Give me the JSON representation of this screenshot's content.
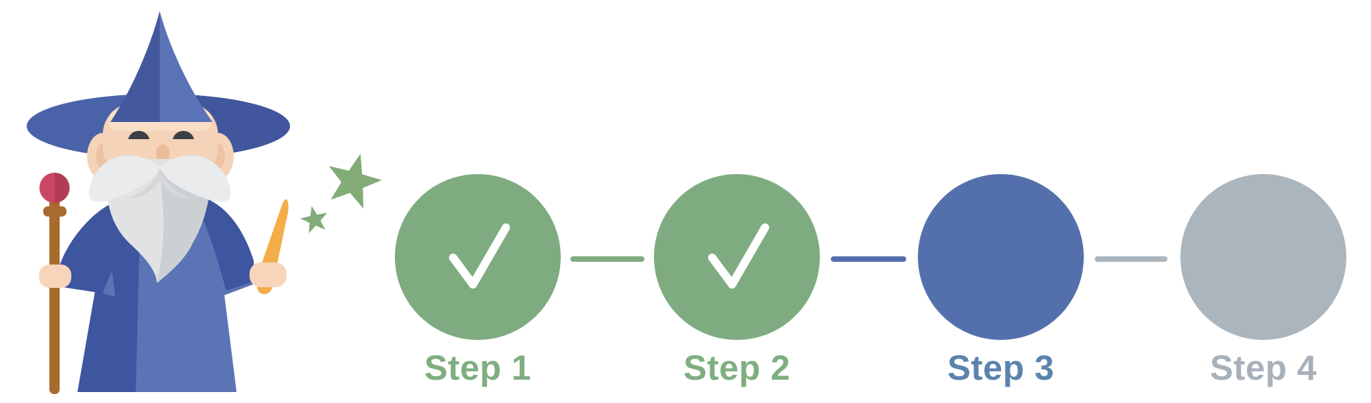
{
  "colors": {
    "background": "#ffffff",
    "step_completed": "#7eac80",
    "step_current": "#5470ac",
    "step_upcoming": "#abb5bd",
    "label_completed": "#7fae81",
    "label_current": "#5c83ab",
    "label_upcoming": "#a8b1ba",
    "checkmark": "#ffffff"
  },
  "stepper": {
    "steps": [
      {
        "label": "Step 1",
        "state": "completed",
        "has_checkmark": true
      },
      {
        "label": "Step 2",
        "state": "completed",
        "has_checkmark": true
      },
      {
        "label": "Step 3",
        "state": "current",
        "has_checkmark": false
      },
      {
        "label": "Step 4",
        "state": "upcoming",
        "has_checkmark": false
      }
    ],
    "connectors": [
      {
        "between": "1-2",
        "color": "#7eac80"
      },
      {
        "between": "2-3",
        "color": "#5470ac"
      },
      {
        "between": "3-4",
        "color": "#abb5bd"
      }
    ]
  },
  "wizard": {
    "icon": "wizard-illustration",
    "palette": {
      "hat_dark": "#44589d",
      "hat_light": "#5a72b6",
      "brim": "#4a63a8",
      "brim_dark": "#41569c",
      "robe_dark": "#3e55a0",
      "robe_light": "#5a74b6",
      "skin": "#f5d3b8",
      "skin_light": "#f9dfc8",
      "skin_dark": "#eec2a4",
      "beard": "#e0e2e4",
      "beard_shade": "#cdd0d3",
      "mustache": "#e9ebec",
      "staff_brown": "#a96a2d",
      "orb_red": "#ca4763",
      "orb_red_dark": "#b13c56",
      "wand_orange": "#f4ad49",
      "star_green": "#82ab77",
      "eye_dark": "#3a4045"
    }
  }
}
